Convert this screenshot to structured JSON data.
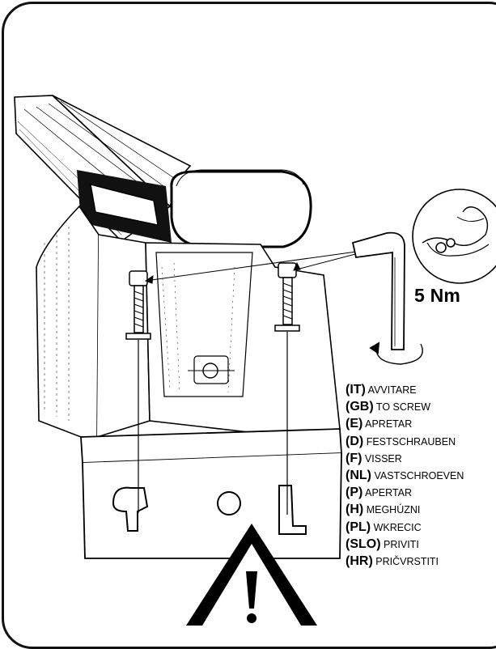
{
  "torque": {
    "value_label": "5 Nm"
  },
  "icons": {
    "strength": "flexed-arm-icon",
    "warning": "exclamation-triangle-icon",
    "tool": "allen-key-icon"
  },
  "instructions": [
    {
      "code": "(IT)",
      "word": "AVVITARE"
    },
    {
      "code": "(GB)",
      "word": "TO SCREW"
    },
    {
      "code": "(E)",
      "word": "APRETAR"
    },
    {
      "code": "(D)",
      "word": "FESTSCHRAUBEN"
    },
    {
      "code": "(F)",
      "word": "VISSER"
    },
    {
      "code": "(NL)",
      "word": "VASTSCHROEVEN"
    },
    {
      "code": "(P)",
      "word": "APERTAR"
    },
    {
      "code": "(H)",
      "word": "MEGHÚZNI"
    },
    {
      "code": "(PL)",
      "word": "WKRECIC"
    },
    {
      "code": "(SLO)",
      "word": "PRIVITI"
    },
    {
      "code": "(HR)",
      "word": "PRIČVRSTITI"
    }
  ],
  "colors": {
    "ink": "#000000",
    "paper": "#ffffff"
  }
}
